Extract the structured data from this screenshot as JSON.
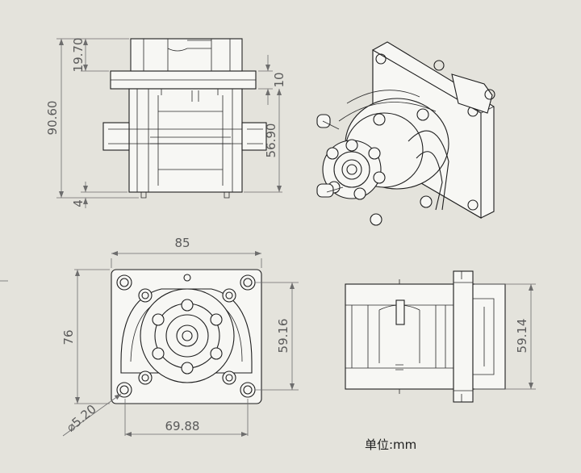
{
  "drawing": {
    "front_view": {
      "dims": {
        "total_height": "90.60",
        "top_height": "19.70",
        "flange_thickness": "10",
        "body_height": "56.90",
        "bottom_offset": "4"
      }
    },
    "top_view": {
      "dims": {
        "width": "85",
        "height": "76",
        "hole_spacing_h": "69.88",
        "hole_spacing_v": "59.16",
        "hole_diameter": "⌀5.20"
      }
    },
    "side_view": {
      "dims": {
        "height": "59.14"
      }
    },
    "unit_label": "单位:mm"
  },
  "colors": {
    "background": "#e4e3dc",
    "line": "#1e1e1e",
    "dimension": "#6d6d6d",
    "part_fill": "#f7f7f4"
  }
}
